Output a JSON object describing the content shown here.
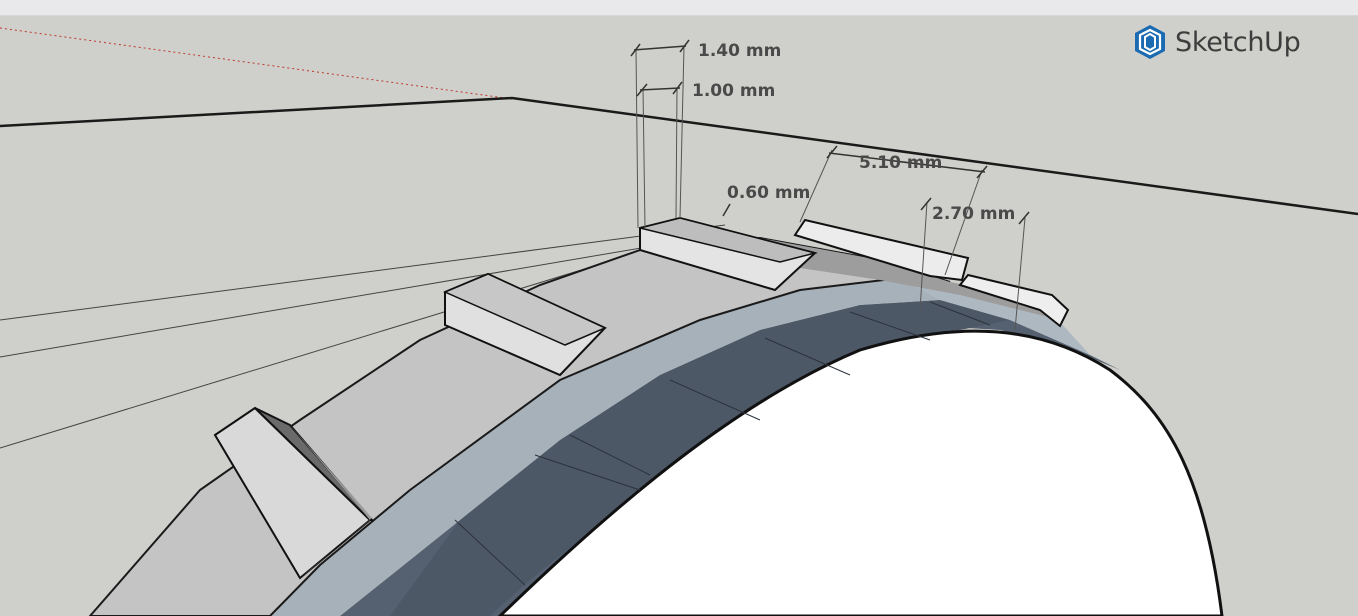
{
  "app": {
    "brand": "SketchUp",
    "logo_icon": "sketchup-logo-icon"
  },
  "dimensions": [
    {
      "id": "gap-width-outer",
      "label": "1.40 mm"
    },
    {
      "id": "gap-width-inner",
      "label": "1.00 mm"
    },
    {
      "id": "step-height",
      "label": "0.60 mm"
    },
    {
      "id": "tooth-pitch",
      "label": "5.10 mm"
    },
    {
      "id": "tooth-length",
      "label": "2.70 mm"
    }
  ],
  "colors": {
    "background": "#cfcfcb",
    "lit_face": "#e6e6e6",
    "mid_face": "#b5b5b5",
    "rim_face": "#aab3bc",
    "dark_face": "#4f5a69",
    "red_axis": "#c0392b",
    "logo_blue": "#1b6bb3"
  }
}
